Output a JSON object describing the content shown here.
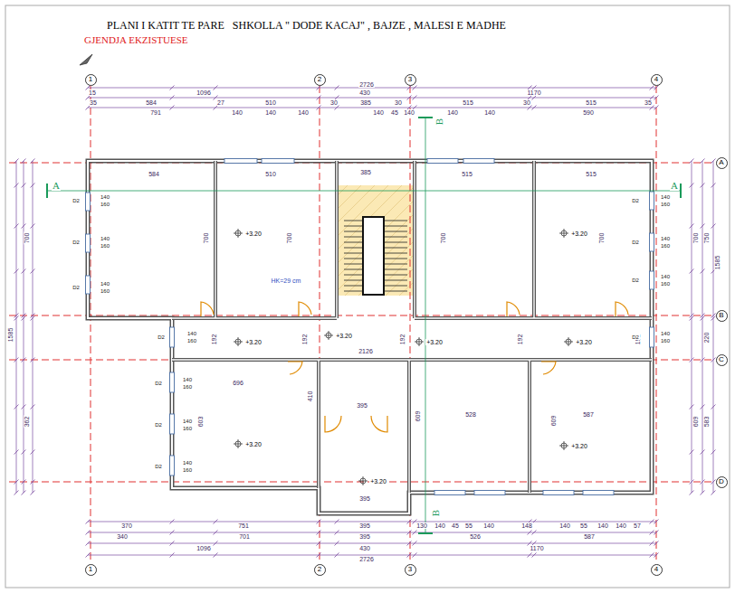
{
  "diagram": {
    "title": "PLANI I KATIT TE PARE   SHKOLLA \" DODE KACAJ\" , BAJZE , MALESI E MADHE",
    "nodes": [
      {
        "text": [
          "1"
        ]
      },
      {
        "text": [
          "2"
        ]
      },
      {
        "text": [
          "3"
        ]
      },
      {
        "text": [
          "4"
        ]
      },
      {
        "text": [
          "A"
        ]
      },
      {
        "text": [
          "B"
        ]
      },
      {
        "text": [
          "C"
        ]
      },
      {
        "text": [
          "D"
        ]
      },
      {
        "text": [
          "1"
        ]
      },
      {
        "text": [
          "2"
        ]
      },
      {
        "text": [
          "3"
        ]
      },
      {
        "text": [
          "4"
        ]
      }
    ],
    "labels": [
      "GJENDJA EKZISTUESE",
      "2726",
      "15",
      "1096",
      "430",
      "1170",
      "35",
      "584",
      "27",
      "510",
      "30",
      "385",
      "30",
      "515",
      "30",
      "515",
      "35",
      "791",
      "140",
      "140",
      "140",
      "140",
      "45",
      "140",
      "140",
      "140",
      "590",
      "370",
      "751",
      "395",
      "130",
      "140",
      "45",
      "55",
      "140",
      "148",
      "140",
      "55",
      "140",
      "140",
      "57",
      "340",
      "701",
      "395",
      "526",
      "587",
      "1096",
      "430",
      "1170",
      "2726",
      "700",
      "362",
      "1585",
      "700",
      "750",
      "220",
      "609",
      "583",
      "1585",
      "584",
      "510",
      "385",
      "515",
      "515",
      "700",
      "700",
      "700",
      "700",
      "+3.20",
      "+3.20",
      "+3.20",
      "+3.20",
      "+3.20",
      "+3.20",
      "+3.20",
      "+3.20",
      "+3.20",
      "HK=29 cm",
      "2126",
      "192",
      "192",
      "192",
      "192",
      "192",
      "696",
      "603",
      "410",
      "395",
      "609",
      "528",
      "587",
      "609",
      "395",
      "D2",
      "140",
      "160",
      "D2",
      "140",
      "160",
      "D2",
      "140",
      "160",
      "D2",
      "140",
      "160",
      "D2",
      "140",
      "160",
      "D2",
      "140",
      "160",
      "D2",
      "140",
      "160",
      "D2",
      "140",
      "160",
      "D2",
      "140",
      "160",
      "D2",
      "140",
      "160",
      "D2",
      "140",
      "160",
      "A",
      "A",
      "B",
      "B"
    ]
  }
}
